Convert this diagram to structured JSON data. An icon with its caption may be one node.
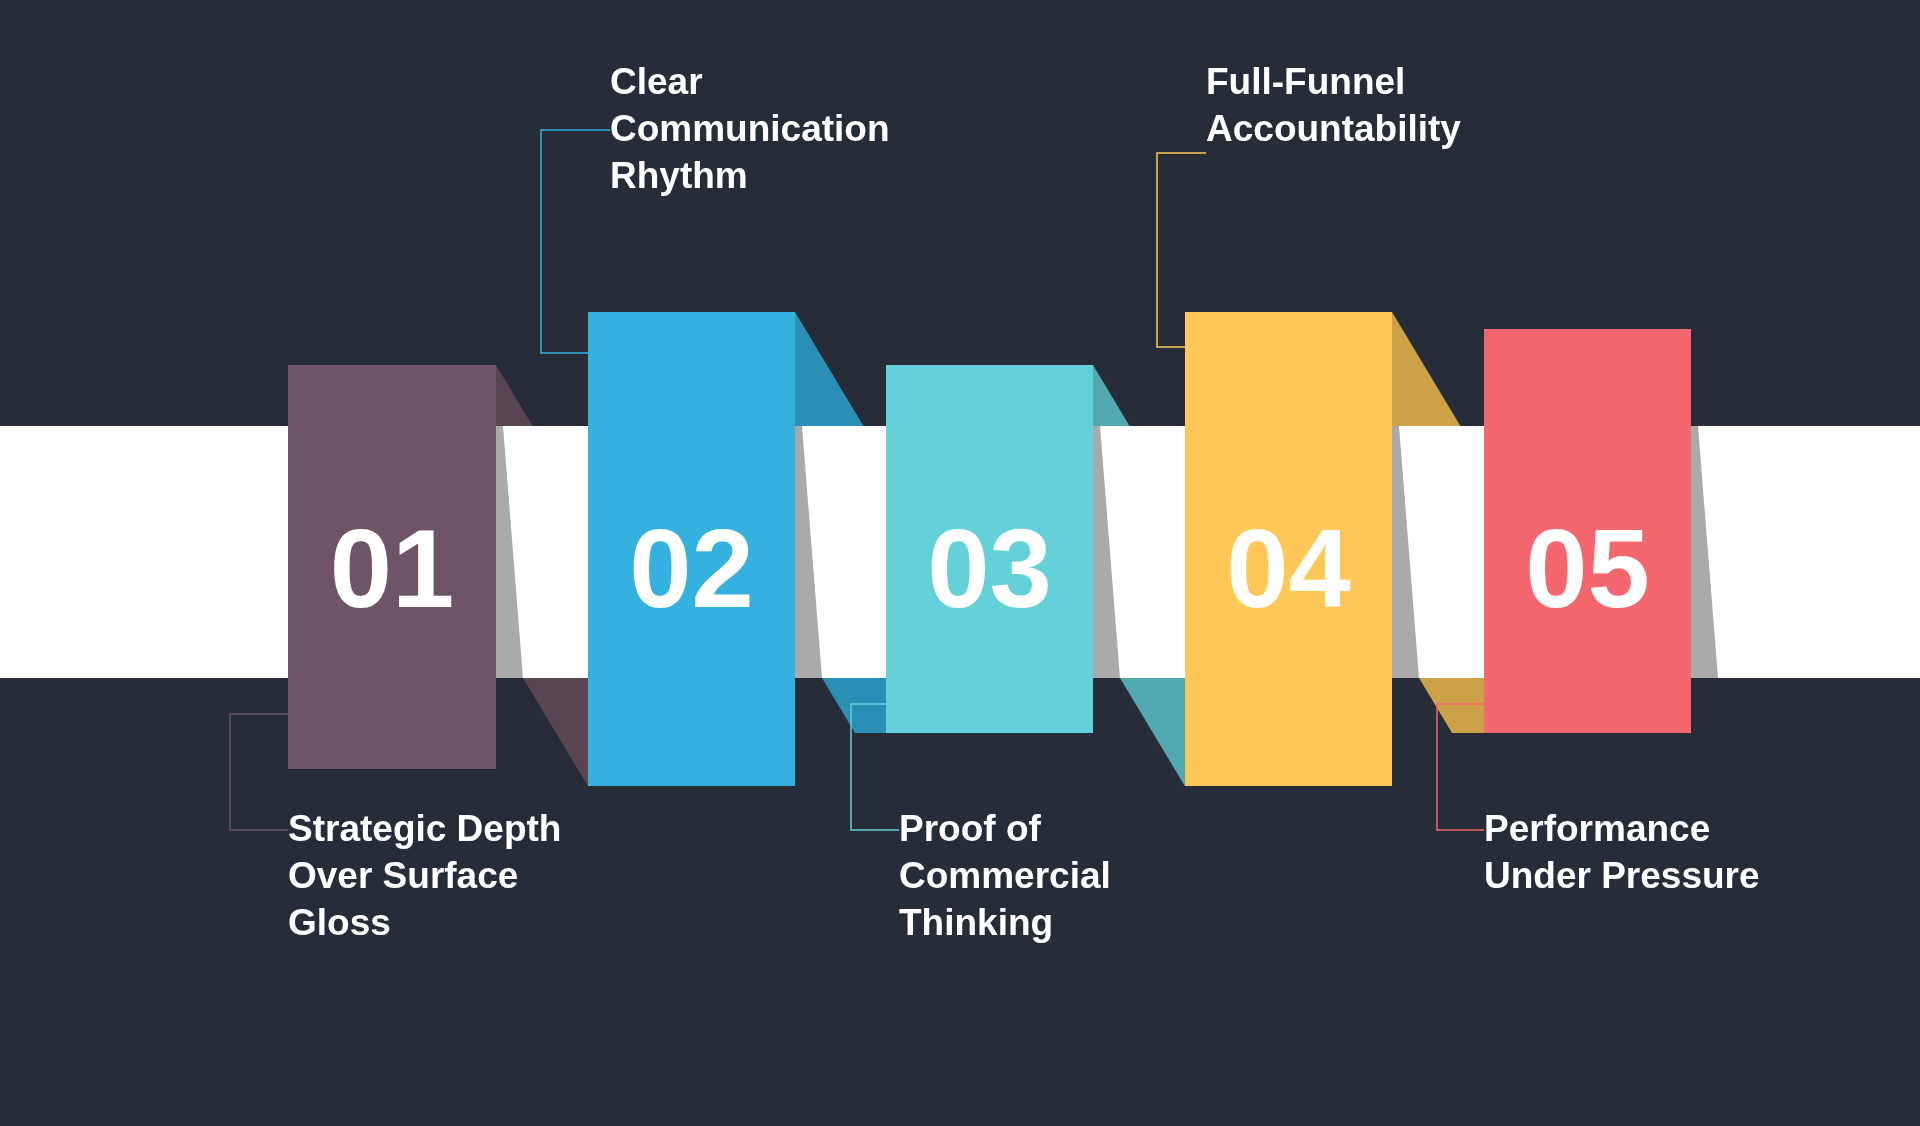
{
  "diagram": {
    "nodes": [
      {
        "text": [
          "01"
        ]
      },
      {
        "text": [
          "02"
        ]
      },
      {
        "text": [
          "03"
        ]
      },
      {
        "text": [
          "04"
        ]
      },
      {
        "text": [
          "05"
        ]
      },
      {
        "text": [
          "Strategic Depth Over Surface Gloss"
        ]
      },
      {
        "text": [
          "Clear Communication Rhythm"
        ]
      },
      {
        "text": [
          "Proof of Commercial Thinking"
        ]
      },
      {
        "text": [
          "Full-Funnel Accountability"
        ]
      },
      {
        "text": [
          "Performance Under Pressure"
        ]
      }
    ],
    "edges": [
      {
        "from": 5,
        "to": 0,
        "arrow": "none",
        "color": "#6e5466"
      },
      {
        "from": 6,
        "to": 1,
        "arrow": "none",
        "color": "#35b1e0"
      },
      {
        "from": 7,
        "to": 2,
        "arrow": "none",
        "color": "#64d0da"
      },
      {
        "from": 8,
        "to": 3,
        "arrow": "none",
        "color": "#fec858"
      },
      {
        "from": 9,
        "to": 4,
        "arrow": "none",
        "color": "#f4676f"
      }
    ]
  }
}
